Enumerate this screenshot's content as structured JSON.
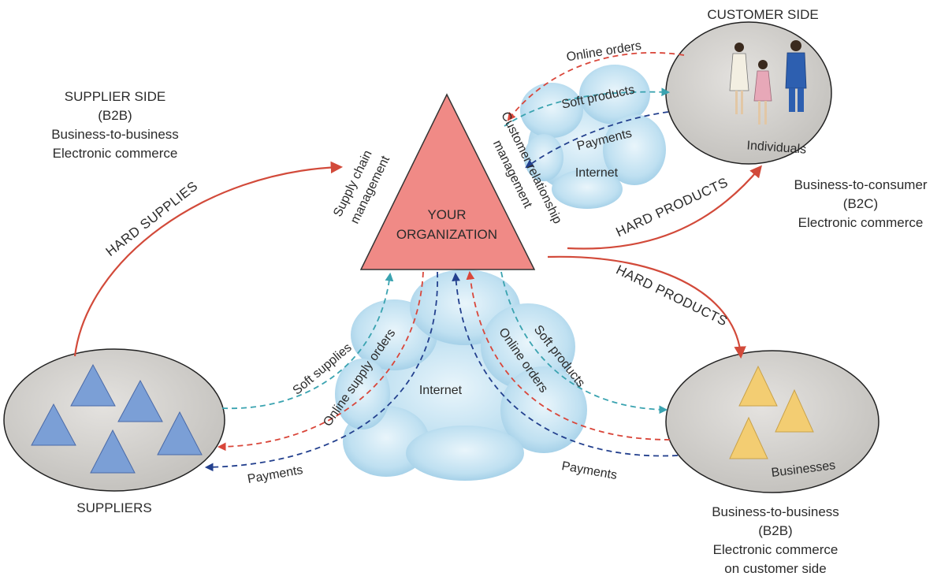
{
  "supplier_side": {
    "title": "SUPPLIER SIDE",
    "abbr": "(B2B)",
    "line1": "Business-to-business",
    "line2": "Electronic commerce"
  },
  "customer_side": {
    "title": "CUSTOMER SIDE",
    "individuals": "Individuals",
    "b2c_line1": "Business-to-consumer",
    "b2c_abbr": "(B2C)",
    "b2c_line2": "Electronic commerce"
  },
  "organization": {
    "line1": "YOUR",
    "line2": "ORGANIZATION",
    "scm_line1": "Supply chain",
    "scm_line2": "management",
    "crm_line1": "Customer relationship",
    "crm_line2": "management"
  },
  "flows": {
    "hard_supplies": "HARD SUPPLIES",
    "hard_products_top": "HARD PRODUCTS",
    "hard_products_bottom": "HARD PRODUCTS",
    "online_orders_top": "Online orders",
    "soft_products_top": "Soft products",
    "payments_top": "Payments",
    "soft_supplies": "Soft supplies",
    "online_supply_orders": "Online supply orders",
    "payments_left": "Payments",
    "online_orders_right": "Online orders",
    "soft_products_right": "Soft products",
    "payments_right": "Payments"
  },
  "clouds": {
    "top": "Internet",
    "center": "Internet"
  },
  "suppliers": {
    "label": "SUPPLIERS"
  },
  "businesses": {
    "inner": "Businesses",
    "line1": "Business-to-business",
    "abbr": "(B2B)",
    "line2": "Electronic commerce",
    "line3": "on customer side"
  },
  "colors": {
    "hard_flow": "#d24a3a",
    "order_flow": "#d9463a",
    "soft_flow": "#3aa3b0",
    "payment_flow": "#23408e",
    "triangle": "#f08a86",
    "ellipse": "#cfcdca",
    "supplier_shape": "#7b9fd6",
    "business_shape": "#f3cd72",
    "cloud": "#bfe0f1"
  }
}
